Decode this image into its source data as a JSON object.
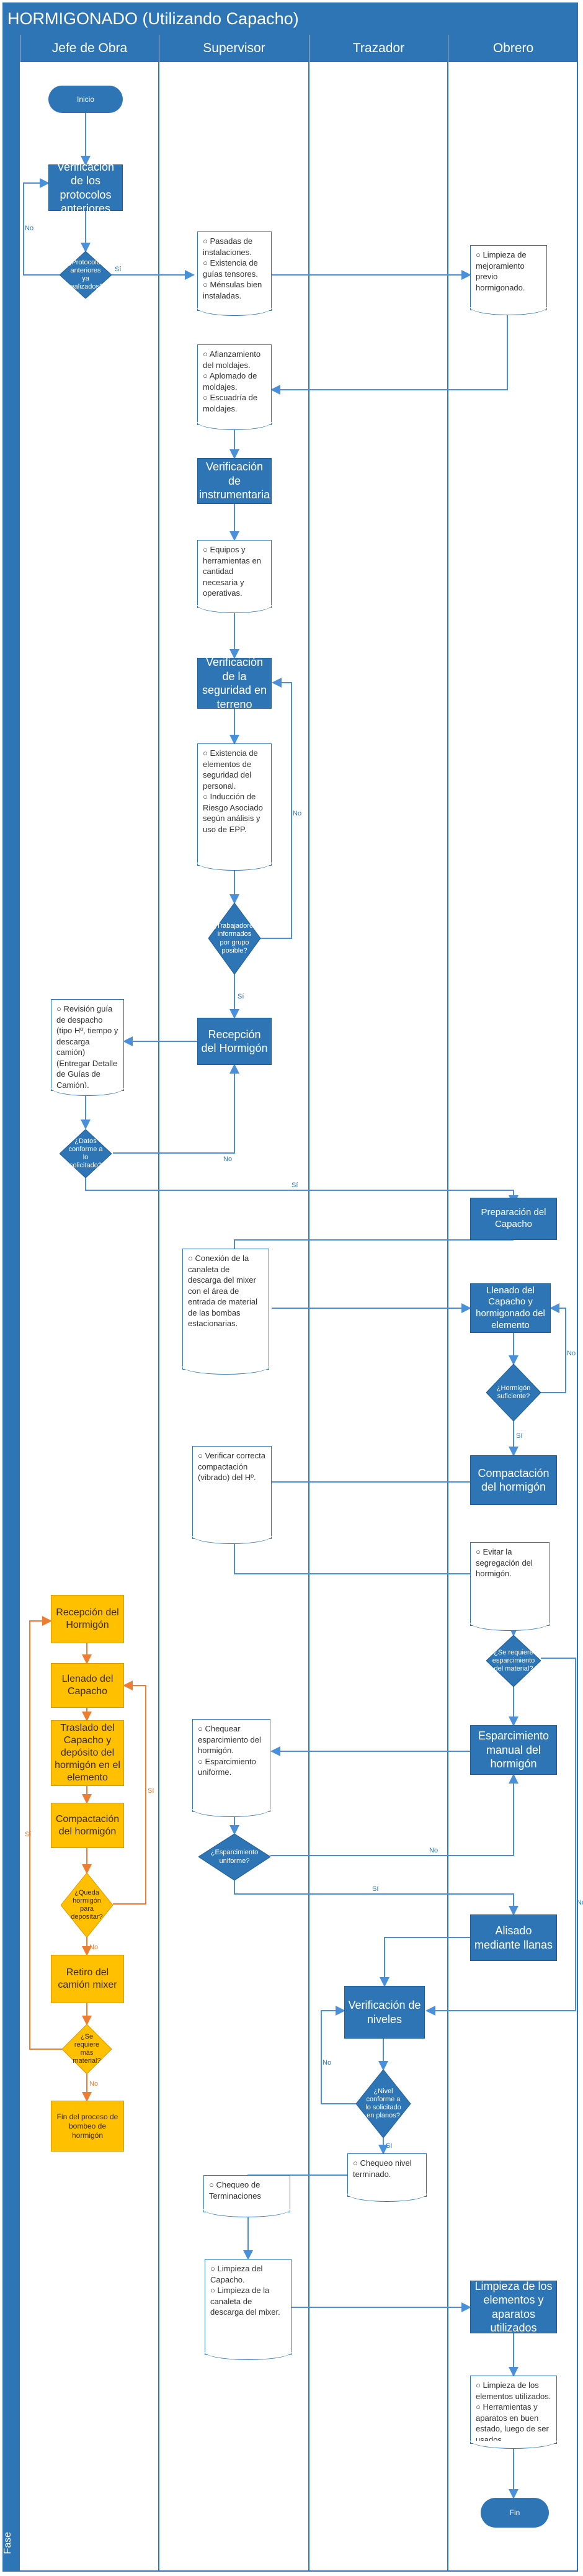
{
  "title": "HORMIGONADO (Utilizando Capacho)",
  "phase_label": "Fase",
  "lanes": [
    "Jefe de Obra",
    "Supervisor",
    "Trazador",
    "Obrero"
  ],
  "colors": {
    "accent": "#2e75b6",
    "orange": "#ffc000",
    "orange_line": "#ed7d31"
  },
  "nodes": {
    "inicio": "Inicio",
    "ver_protocolos": "Verificación de los protocolos anteriores",
    "dec_protocolos": "¿Protocolos anteriores ya realizados?",
    "doc_pasadas": [
      "Pasadas de instalaciones.",
      "Existencia de guías tensores.",
      "Ménsulas bien instaladas."
    ],
    "doc_limpieza": [
      "Limpieza de mejoramiento previo hormigonado."
    ],
    "doc_afianzamiento": [
      "Afianzamiento del moldajes.",
      "Aplomado de moldajes.",
      "Escuadría de moldajes."
    ],
    "ver_instrumentaria": "Verificación de instrumentaria",
    "doc_equipos": [
      "Equipos y herramientas en cantidad necesaria y operativas."
    ],
    "ver_seguridad": "Verificación de la seguridad en terreno",
    "doc_seguridad": [
      "Existencia de elementos de seguridad del personal.",
      "Inducción de Riesgo Asociado según análisis y uso de EPP."
    ],
    "dec_trabajadores": "¿Trabajadores informados por grupo posible?",
    "recepcion_hormigon": "Recepción del Hormigón",
    "doc_revision": [
      "Revisión guía de despacho (tipo Hº, tiempo y descarga camión) (Entregar Detalle de Guías de Camión)."
    ],
    "dec_datos": "¿Datos conforme a lo solicitado?",
    "preparacion_capacho": "Preparación del Capacho",
    "doc_conexion": [
      "Conexión de la canaleta de descarga del mixer con el área de entrada de material de las bombas estacionarias."
    ],
    "llenado_capacho_blue": "Llenado del Capacho y hormigonado del elemento",
    "dec_hormigon_suf": "¿Hormigón suficiente?",
    "doc_compactacion": [
      "Verificar correcta compactación (vibrado) del Hº."
    ],
    "compactacion_blue": "Compactación del hormigón",
    "doc_segregacion": [
      "Evitar la segregación del hormigón."
    ],
    "dec_esparcimiento_req": "¿Se requiere esparcimiento del material?",
    "doc_chequear": [
      "Chequear esparcimiento del hormigón.",
      "Esparcimiento uniforme."
    ],
    "esparcimiento_manual": "Esparcimiento manual del hormigón",
    "dec_esparcimiento_unif": "¿Esparcimiento uniforme?",
    "alisado": "Alisado mediante llanas",
    "ver_niveles": "Verificación de niveles",
    "dec_nivel": "¿Nivel conforme a lo solicitado en planos?",
    "doc_nivel": [
      "Chequeo nivel terminado."
    ],
    "doc_terminaciones": [
      "Chequeo de Terminaciones"
    ],
    "doc_limpieza_capacho": [
      "Limpieza del Capacho.",
      "Limpieza de la canaleta de descarga del mixer."
    ],
    "limpieza_elementos": "Limpieza de los elementos y aparatos utilizados",
    "doc_limpieza_elem": [
      "Limpieza de los elementos utilizados.",
      "Herramientas y aparatos en buen estado, luego de ser usados."
    ],
    "fin": "Fin",
    "o_recepcion": "Recepción del Hormigón",
    "o_llenado": "Llenado del Capacho",
    "o_traslado": "Traslado del Capacho y depósito del hormigón en el elemento",
    "o_compactacion": "Compactación del hormigón",
    "o_dec_queda": "¿Queda hormigón para depositar?",
    "o_retiro": "Retiro del camión mixer",
    "o_dec_requiere": "¿Se requiere más material?",
    "o_fin": "Fin del proceso de bombeo de hormigón"
  },
  "edge_labels": {
    "si": "Sí",
    "no": "No"
  }
}
